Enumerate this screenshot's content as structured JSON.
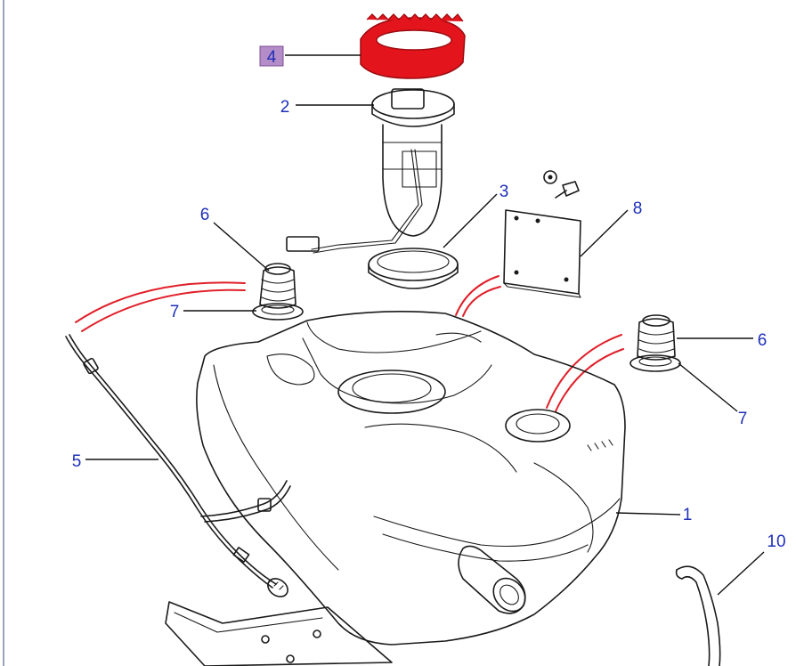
{
  "colors": {
    "callout_text": "#1f2fb8",
    "highlight_part": "#e3141c",
    "highlight_box": "#b48cc8",
    "flow_lines": "#e0202a",
    "line_art": "#1a1a1a"
  },
  "callouts": [
    {
      "id": "4",
      "label": "4",
      "highlighted": true
    },
    {
      "id": "2",
      "label": "2"
    },
    {
      "id": "3",
      "label": "3"
    },
    {
      "id": "8",
      "label": "8"
    },
    {
      "id": "6a",
      "label": "6"
    },
    {
      "id": "7a",
      "label": "7"
    },
    {
      "id": "6b",
      "label": "6"
    },
    {
      "id": "7b",
      "label": "7"
    },
    {
      "id": "5",
      "label": "5"
    },
    {
      "id": "1",
      "label": "1"
    },
    {
      "id": "10",
      "label": "10"
    }
  ]
}
